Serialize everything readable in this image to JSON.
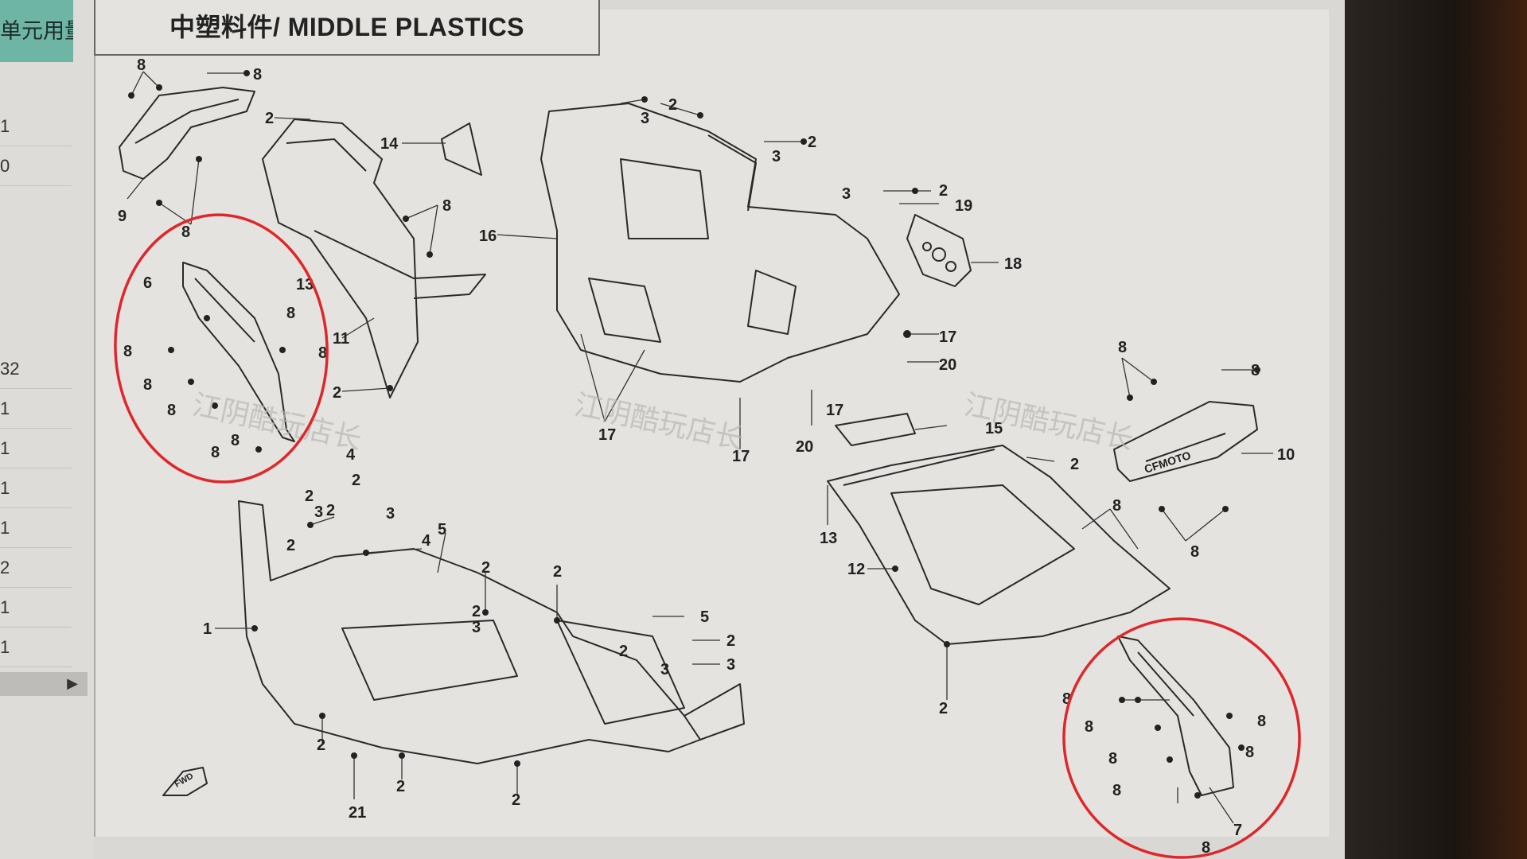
{
  "title": "中塑料件/ MIDDLE PLASTICS",
  "left_panel": {
    "header": "单元用量",
    "rows": [
      "1",
      "0",
      "",
      "",
      "",
      "32",
      "1",
      "1",
      "1",
      "1",
      "2",
      "1",
      "1"
    ]
  },
  "callouts": {
    "p1": "1",
    "p2": "2",
    "p3": "3",
    "p4": "4",
    "p5": "5",
    "p6": "6",
    "p7": "7",
    "p8": "8",
    "p9": "9",
    "p10": "10",
    "p11": "11",
    "p12": "12",
    "p13": "13",
    "p14": "14",
    "p15": "15",
    "p16": "16",
    "p17": "17",
    "p18": "18",
    "p19": "19",
    "p20": "20",
    "p21": "21"
  },
  "watermark": "江阴酷玩店长",
  "brand_on_part": "CFMOTO",
  "fwd_arrow": "FWD",
  "highlight_color": "#e0262b"
}
